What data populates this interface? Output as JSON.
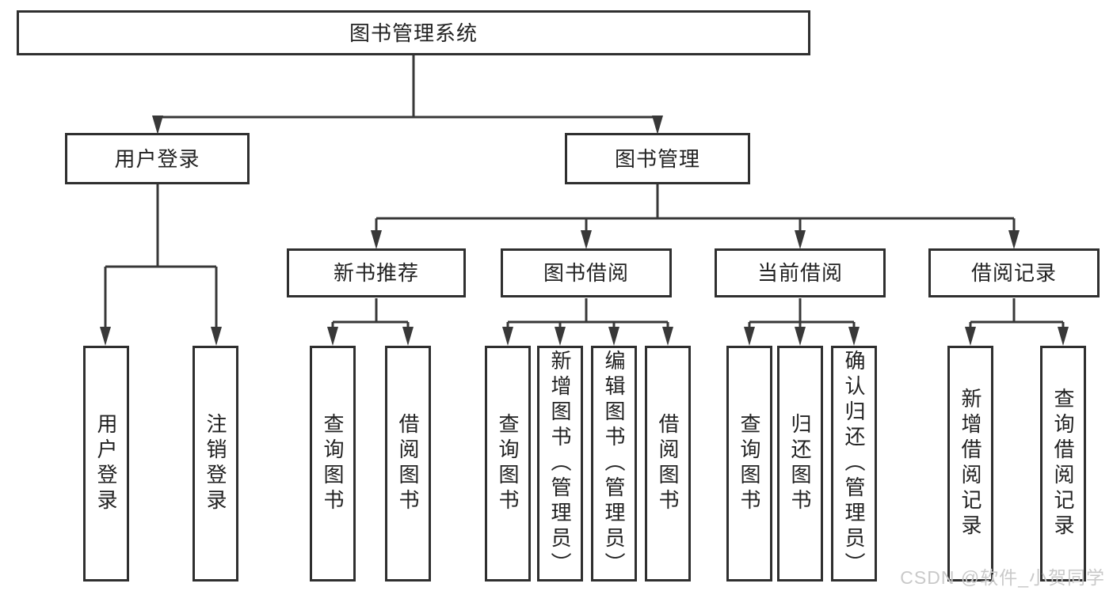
{
  "root": {
    "label": "图书管理系统"
  },
  "level2": {
    "user_login": {
      "label": "用户登录"
    },
    "book_management": {
      "label": "图书管理"
    }
  },
  "level3": {
    "new_book_recommend": {
      "label": "新书推荐"
    },
    "book_borrow": {
      "label": "图书借阅"
    },
    "current_borrow": {
      "label": "当前借阅"
    },
    "borrow_records": {
      "label": "借阅记录"
    }
  },
  "leaves": {
    "user_login": [
      {
        "label": "用户登录"
      },
      {
        "label": "注销登录"
      }
    ],
    "new_book_recommend": [
      {
        "label": "查询图书"
      },
      {
        "label": "借阅图书"
      }
    ],
    "book_borrow": [
      {
        "label": "查询图书"
      },
      {
        "label": "新增图书（管理员）"
      },
      {
        "label": "编辑图书（管理员）"
      },
      {
        "label": "借阅图书"
      }
    ],
    "current_borrow": [
      {
        "label": "查询图书"
      },
      {
        "label": "归还图书"
      },
      {
        "label": "确认归还（管理员）"
      }
    ],
    "borrow_records": [
      {
        "label": "新增借阅记录"
      },
      {
        "label": "查询借阅记录"
      }
    ]
  },
  "watermark": "CSDN @软件_小贺同学",
  "colors": {
    "line": "#383838",
    "border": "#2f2f2f",
    "text": "#222222",
    "watermark": "#c9c9c9",
    "background": "#ffffff"
  }
}
